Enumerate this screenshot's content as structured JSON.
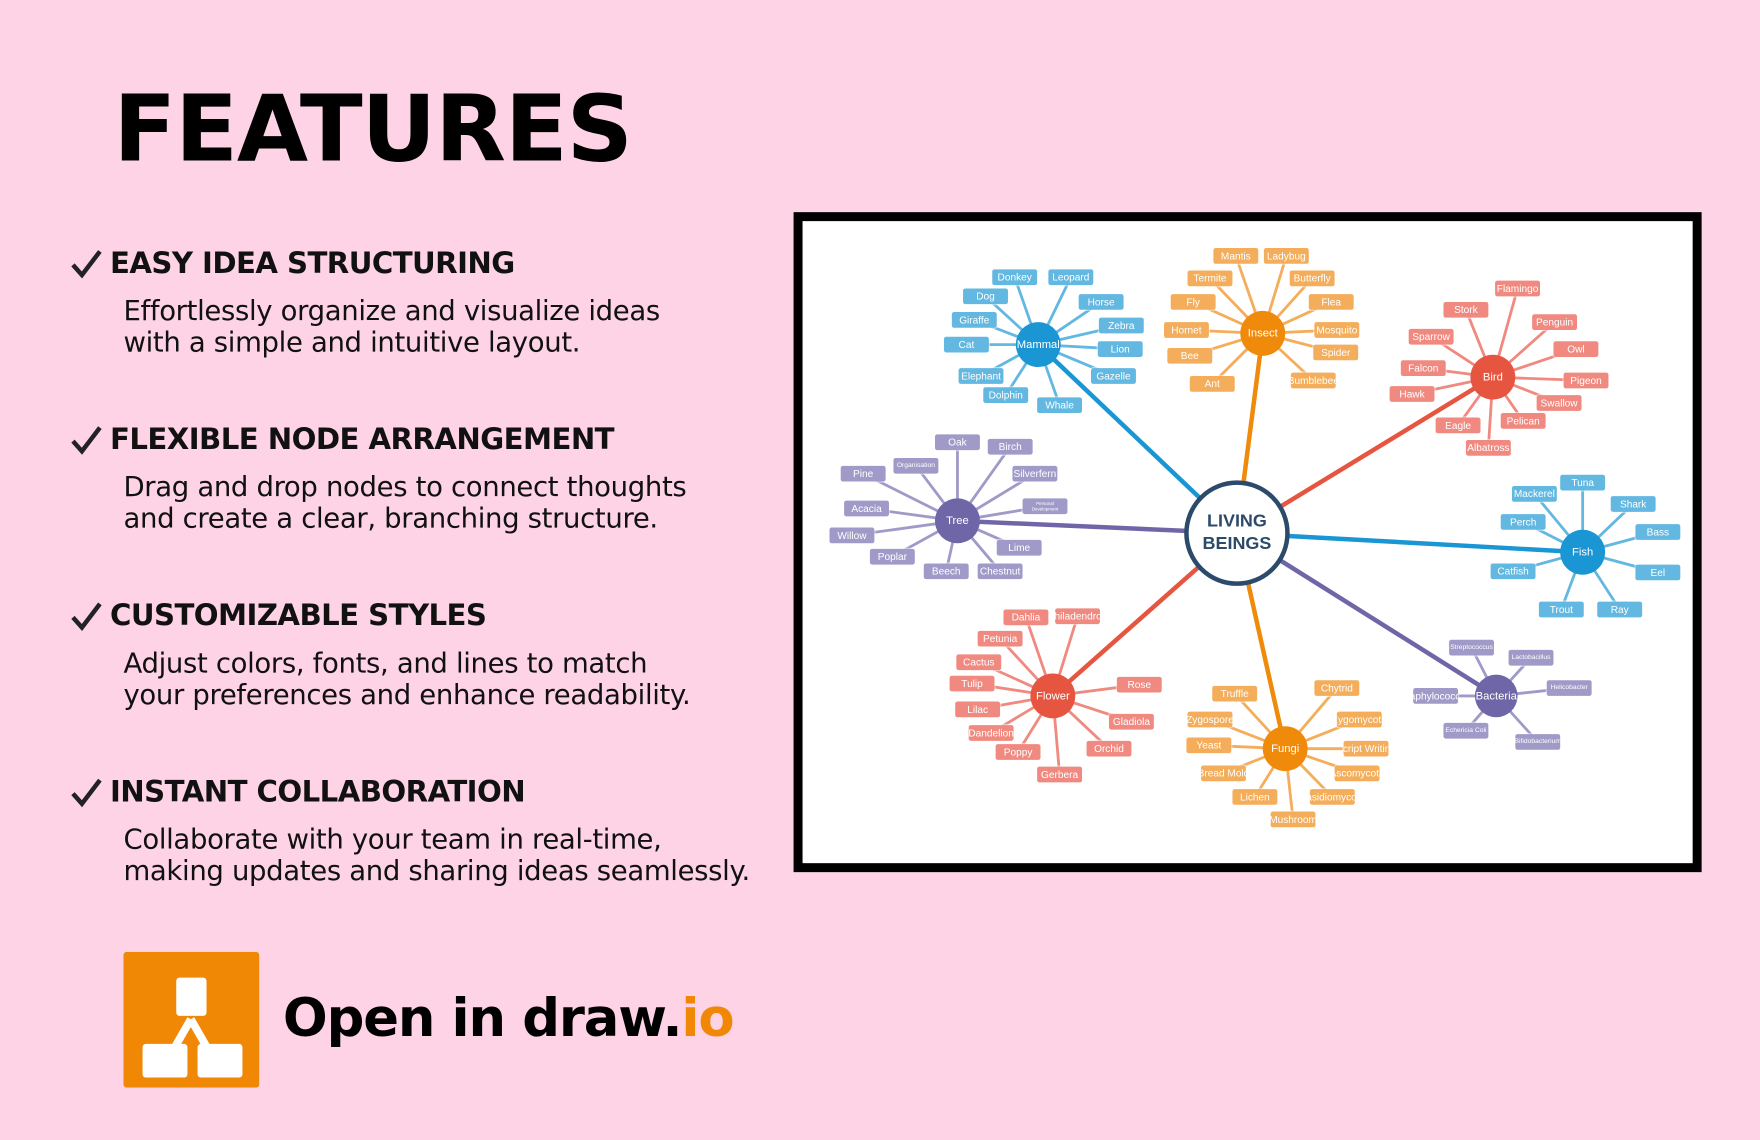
{
  "title": "FEATURES",
  "features": [
    {
      "heading": "EASY IDEA STRUCTURING",
      "line1": "Effortlessly organize and visualize ideas",
      "line2": "with a simple and intuitive layout."
    },
    {
      "heading": "FLEXIBLE NODE ARRANGEMENT",
      "line1": "Drag and drop nodes to connect thoughts",
      "line2": "and create a clear, branching structure."
    },
    {
      "heading": "CUSTOMIZABLE STYLES",
      "line1": "Adjust colors, fonts, and lines to match",
      "line2": "your preferences and enhance readability."
    },
    {
      "heading": "INSTANT COLLABORATION",
      "line1": "Collaborate with your team in real-time,",
      "line2": "making updates and sharing ideas seamlessly."
    }
  ],
  "cta": {
    "prefix": "Open in draw.",
    "suffix": "io"
  },
  "colors": {
    "background": "#fdd3e5",
    "accent": "#f08705",
    "center_stroke": "#2c4a6a"
  },
  "mindmap": {
    "center": {
      "line1": "LIVING",
      "line2": "BEINGS"
    },
    "branches": [
      {
        "name": "Mammal",
        "color": "#1a96d4",
        "leaf_color": "#62b8e0",
        "leaves": [
          "Donkey",
          "Leopard",
          "Dog",
          "Horse",
          "Giraffe",
          "Zebra",
          "Cat",
          "Lion",
          "Elephant",
          "Gazelle",
          "Dolphin",
          "Whale"
        ]
      },
      {
        "name": "Insect",
        "color": "#ef8a0b",
        "leaf_color": "#f4ad5a",
        "leaves": [
          "Mantis",
          "Ladybug",
          "Termite",
          "Butterfly",
          "Fly",
          "Flea",
          "Hornet",
          "Mosquito",
          "Bee",
          "Spider",
          "Ant",
          "Bumblebee"
        ]
      },
      {
        "name": "Bird",
        "color": "#e65540",
        "leaf_color": "#f08a80",
        "leaves": [
          "Flamingo",
          "Stork",
          "Penguin",
          "Sparrow",
          "Owl",
          "Falcon",
          "Pigeon",
          "Hawk",
          "Swallow",
          "Eagle",
          "Pelican",
          "Albatross"
        ]
      },
      {
        "name": "Fish",
        "color": "#1a96d4",
        "leaf_color": "#62b8e0",
        "leaves": [
          "Tuna",
          "Mackerel",
          "Shark",
          "Perch",
          "Bass",
          "Catfish",
          "Eel",
          "Trout",
          "Ray"
        ]
      },
      {
        "name": "Tree",
        "color": "#6f66a8",
        "leaf_color": "#a09ac8",
        "leaves": [
          "Oak",
          "Birch",
          "Organisation",
          "Pine",
          "Silverfern",
          "Personal Development",
          "Acacia",
          "Willow",
          "Lime",
          "Poplar",
          "Beech",
          "Chestnut"
        ]
      },
      {
        "name": "Flower",
        "color": "#e65540",
        "leaf_color": "#f08a80",
        "leaves": [
          "Dahlia",
          "Philadendron",
          "Petunia",
          "Cactus",
          "Tulip",
          "Rose",
          "Lilac",
          "Gladiola",
          "Dandelion",
          "Orchid",
          "Poppy",
          "Gerbera"
        ]
      },
      {
        "name": "Fungi",
        "color": "#ef8a0b",
        "leaf_color": "#f4ad5a",
        "leaves": [
          "Truffle",
          "Chytrid",
          "Zygospore",
          "Zygomycota",
          "Yeast",
          "Script Writing",
          "Bread Mold",
          "Ascomycota",
          "Lichen",
          "Basidiomycota",
          "Mushroom"
        ]
      },
      {
        "name": "Bacteria",
        "color": "#6f66a8",
        "leaf_color": "#a09ac8",
        "leaves": [
          "Streptococcus",
          "Lactobacillus",
          "Staphylococcus",
          "Helicobacter",
          "Echericia Coli",
          "Bifidobacterium"
        ]
      }
    ]
  }
}
